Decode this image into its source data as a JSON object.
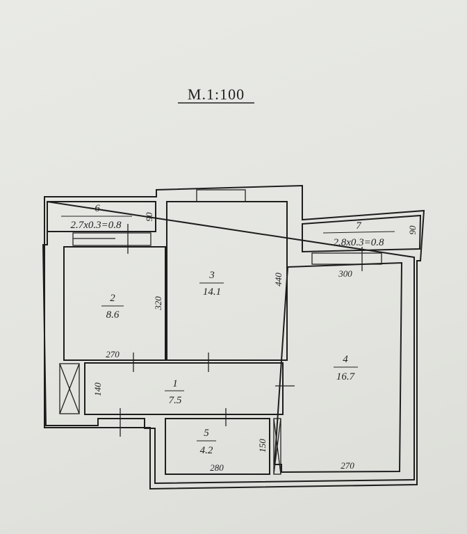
{
  "scale_title": "M.1:100",
  "rooms": [
    {
      "number": "1",
      "area": "7.5"
    },
    {
      "number": "2",
      "area": "8.6"
    },
    {
      "number": "3",
      "area": "14.1"
    },
    {
      "number": "4",
      "area": "16.7"
    },
    {
      "number": "5",
      "area": "4.2"
    },
    {
      "number": "6",
      "area": "2.7x0.3=0.8"
    },
    {
      "number": "7",
      "area": "2.8x0.3=0.8"
    }
  ],
  "dimensions": {
    "balcony6_depth": "90",
    "balcony7_depth": "90",
    "room2_height": "320",
    "room2_width": "270",
    "room3_height": "440",
    "room4_width_top": "300",
    "room4_width_bottom": "270",
    "room1_height": "140",
    "room5_height": "150",
    "room5_width": "280"
  }
}
